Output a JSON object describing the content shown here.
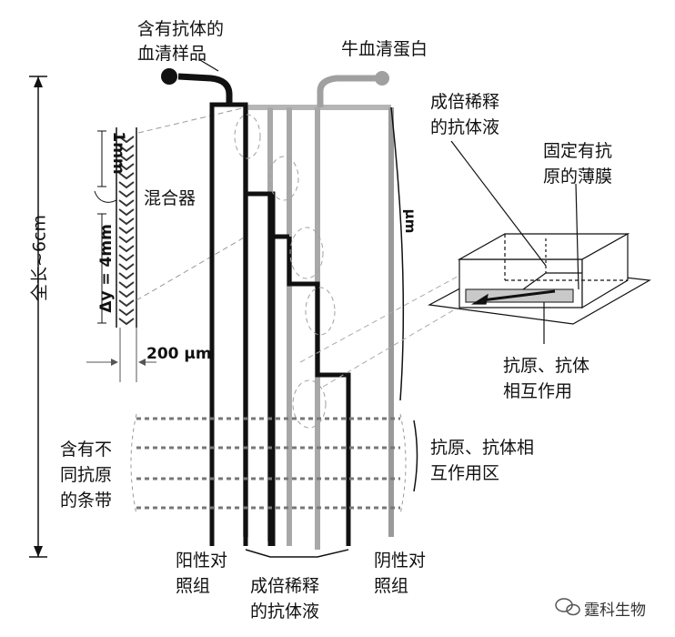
{
  "labels": {
    "serum_sample": [
      "含有抗体的",
      "血清样品"
    ],
    "bsa": "牛血清蛋白",
    "serial_dilution_top": [
      "成倍稀释",
      "的抗体液"
    ],
    "fixed_antigen_membrane": [
      "固定有抗",
      "原的薄膜"
    ],
    "mixer": "混合器",
    "total_length": "全长~6cm",
    "one_mm": "1mm",
    "delta_y": "Δy = 4mm",
    "width_200": "200 μm",
    "um_label": "μm",
    "ag_ab_interaction": [
      "抗原、抗体",
      "相互作用"
    ],
    "ag_ab_zone": [
      "抗原、抗体相",
      "互作用区"
    ],
    "antigen_bands": [
      "含有不",
      "同抗原",
      "的条带"
    ],
    "positive_control": [
      "阳性对",
      "照组"
    ],
    "dilution_bottom": [
      "成倍稀释",
      "的抗体液"
    ],
    "negative_control": [
      "阴性对",
      "照组"
    ]
  },
  "watermark": "霆科生物",
  "colors": {
    "dark": "#111111",
    "gray": "#9a9a9a",
    "light": "#b5b5b5"
  }
}
